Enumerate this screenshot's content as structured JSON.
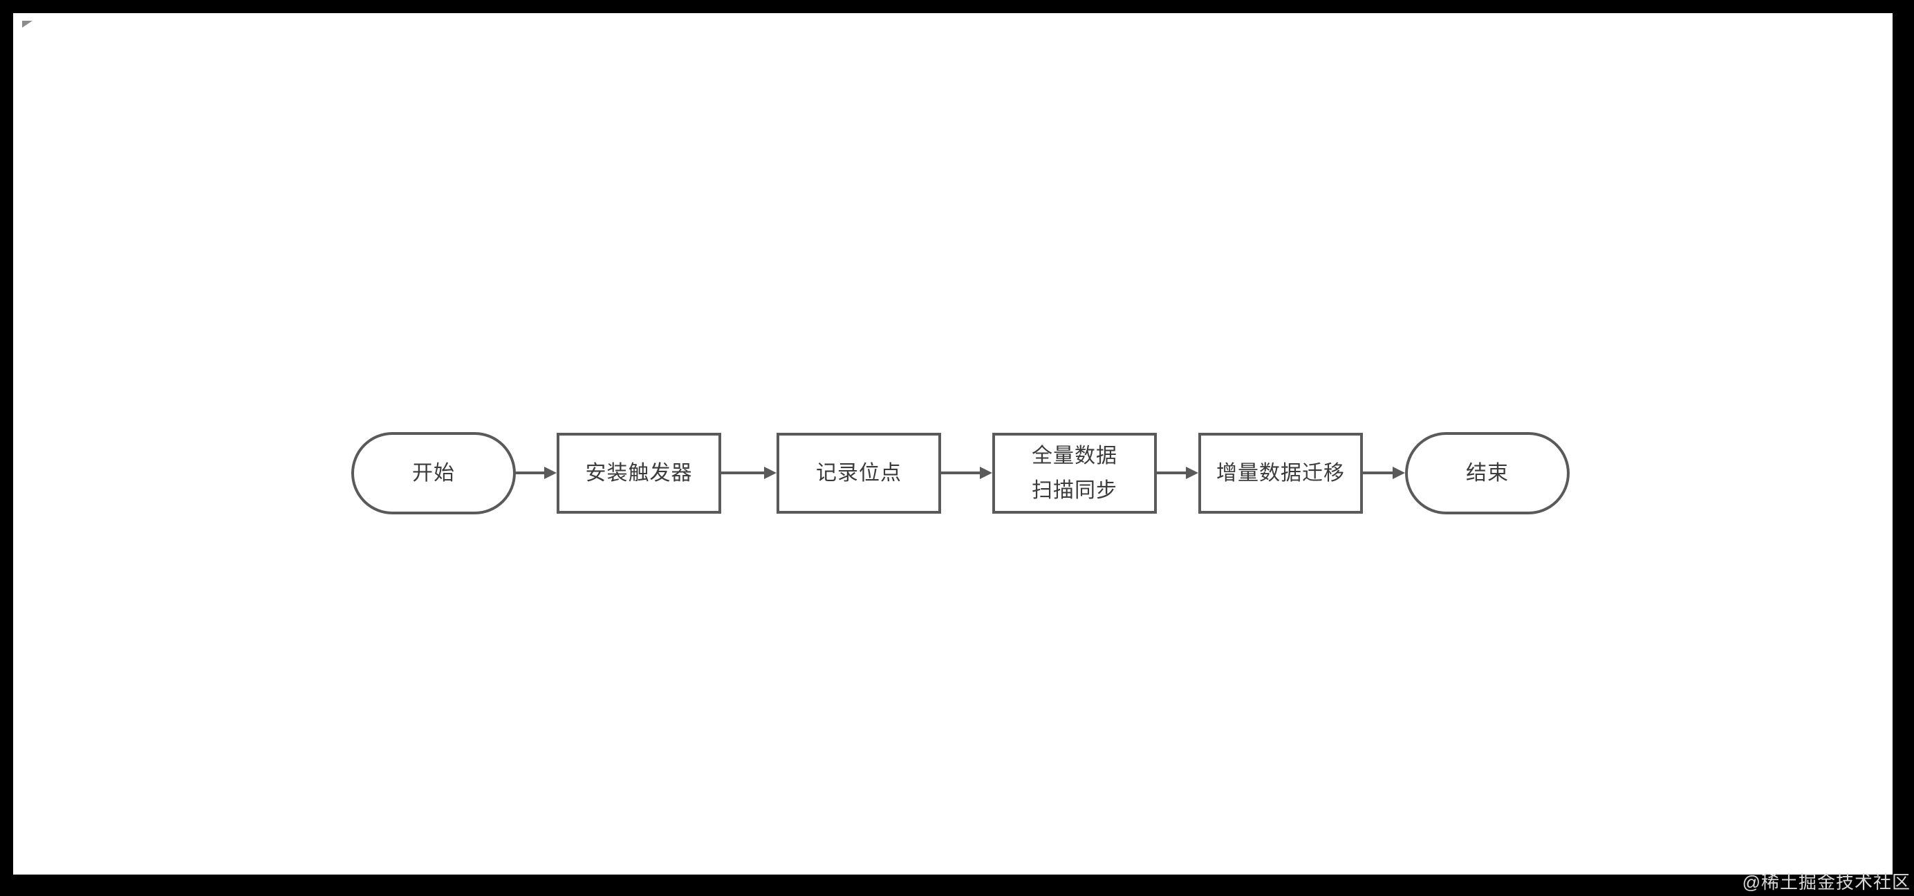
{
  "page": {
    "frame_color": "#000000",
    "canvas_color": "#ffffff"
  },
  "diagram": {
    "type": "flowchart",
    "direction": "left-to-right",
    "stroke_color": "#5a5a5a",
    "text_color": "#3b3b3b",
    "nodes": [
      {
        "id": "start",
        "shape": "stadium",
        "lines": [
          "开始"
        ]
      },
      {
        "id": "install-trigger",
        "shape": "process",
        "lines": [
          "安装触发器"
        ]
      },
      {
        "id": "record-position",
        "shape": "process",
        "lines": [
          "记录位点"
        ]
      },
      {
        "id": "full-data-scan-sync",
        "shape": "process",
        "lines": [
          "全量数据",
          "扫描同步"
        ]
      },
      {
        "id": "incremental-data-migration",
        "shape": "process",
        "lines": [
          "增量数据迁移"
        ]
      },
      {
        "id": "end",
        "shape": "stadium",
        "lines": [
          "结束"
        ]
      }
    ],
    "edges": [
      {
        "from": "start",
        "to": "install-trigger"
      },
      {
        "from": "install-trigger",
        "to": "record-position"
      },
      {
        "from": "record-position",
        "to": "full-data-scan-sync"
      },
      {
        "from": "full-data-scan-sync",
        "to": "incremental-data-migration"
      },
      {
        "from": "incremental-data-migration",
        "to": "end"
      }
    ]
  },
  "watermark": {
    "text": "@稀土掘金技术社区",
    "color": "#d9d9d9"
  }
}
